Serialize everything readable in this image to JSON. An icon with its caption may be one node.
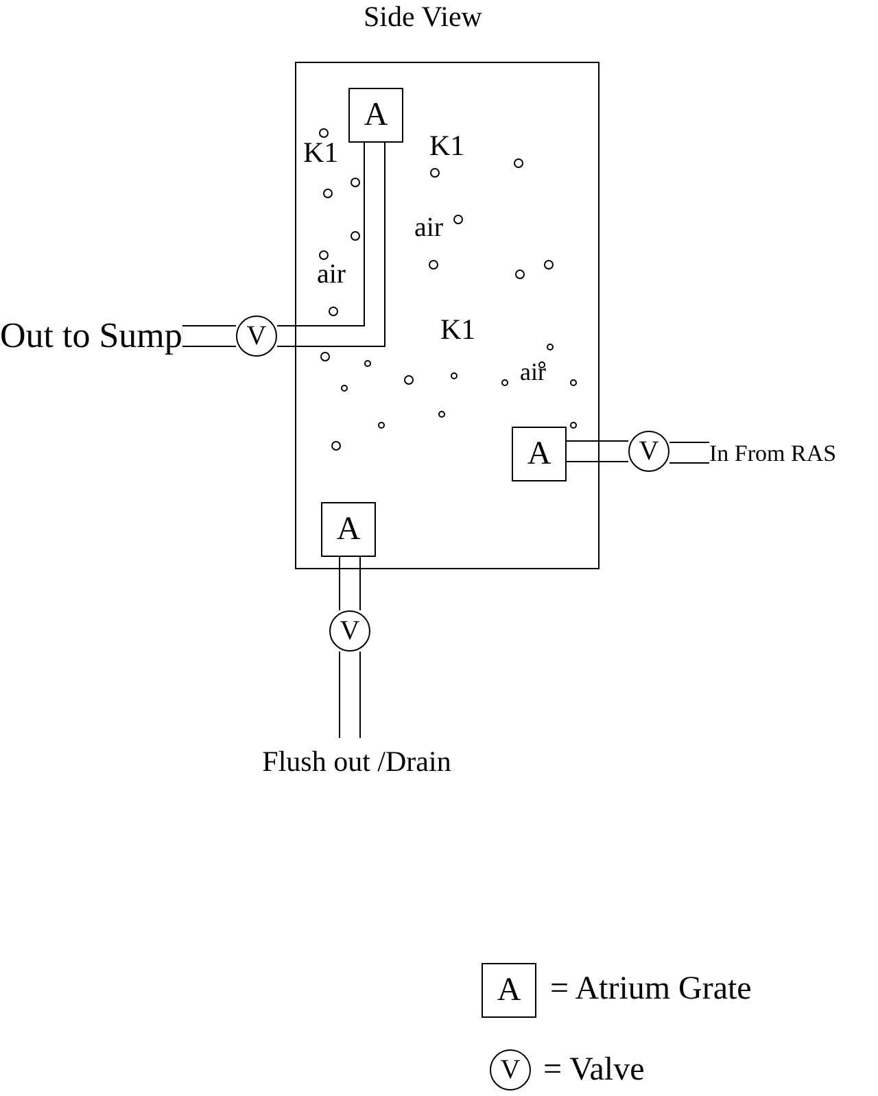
{
  "diagram": {
    "title": "Side View",
    "nodes": [
      {
        "text": [],
        "shape": "box"
      },
      {
        "text": [
          "A"
        ],
        "in": 0
      },
      {
        "text": [
          "V"
        ]
      },
      {
        "text": [
          "Out to Sump"
        ]
      },
      {
        "text": [
          "A"
        ],
        "in": 0
      },
      {
        "text": [
          "V"
        ]
      },
      {
        "text": [
          "In From RAS"
        ]
      },
      {
        "text": [
          "A"
        ],
        "in": 0
      },
      {
        "text": [
          "V"
        ]
      },
      {
        "text": [
          "Flush out /Drain"
        ]
      },
      {
        "text": [
          "A"
        ],
        "beside": [
          "= Atrium Grate"
        ]
      },
      {
        "text": [
          "V"
        ],
        "beside": [
          "= Valve"
        ]
      }
    ],
    "edges": [
      {
        "from": 1,
        "to": 2,
        "arrow": "none"
      },
      {
        "from": 2,
        "to": 3,
        "arrow": "none"
      },
      {
        "from": 4,
        "to": 5,
        "arrow": "none"
      },
      {
        "from": 5,
        "to": 6,
        "arrow": "none"
      },
      {
        "from": 7,
        "to": 8,
        "arrow": "none"
      },
      {
        "from": 8,
        "to": 9,
        "arrow": "none"
      }
    ],
    "labels": [
      "K1",
      "K1",
      "air",
      "air",
      "K1",
      "air"
    ]
  }
}
